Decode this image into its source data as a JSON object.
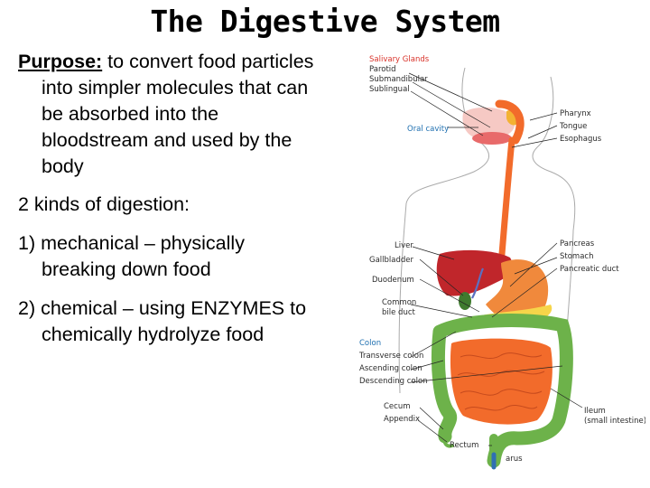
{
  "title": "The Digestive System",
  "purpose": {
    "label": "Purpose:",
    "line1": " to convert food particles",
    "line2": "into simpler molecules that can",
    "line3": "be absorbed into the",
    "line4": "bloodstream and used by the",
    "line5": "body"
  },
  "kinds_text": "2 kinds of digestion:",
  "mechanical": {
    "line1": "1) mechanical – physically",
    "line2": "breaking down food"
  },
  "chemical": {
    "line1": "2) chemical – using ENZYMES to",
    "line2": "chemically hydrolyze food"
  },
  "diagram_labels": {
    "salivary_glands": "Salivary Glands",
    "parotid": "Parotid",
    "submandibular": "Submandibular",
    "sublingual": "Sublingual",
    "oral_cavity": "Oral cavity",
    "pharynx": "Pharynx",
    "tongue": "Tongue",
    "esophagus": "Esophagus",
    "liver": "Liver",
    "gallbladder": "Gallbladder",
    "duodenum": "Duodenum",
    "common": "Common",
    "bile_duct": "bile duct",
    "pancreas": "Pancreas",
    "stomach": "Stomach",
    "pancreatic_duct": "Pancreatic duct",
    "colon": "Colon",
    "transverse_colon": "Transverse colon",
    "ascending_colon": "Ascending colon",
    "descending_colon": "Descending colon",
    "cecum": "Cecum",
    "appendix": "Appendix",
    "ileum": "Ileum",
    "small_intestine": "(small intestine)",
    "rectum": "Rectum",
    "anus": "arus"
  },
  "colors": {
    "esophagus": "#f26b2b",
    "liver": "#c0262b",
    "stomach": "#f0893c",
    "pancreas": "#f6d54a",
    "colon": "#6db24a",
    "small_intestine": "#f26b2b",
    "gallbladder": "#3f7b2e",
    "bile_duct": "#5b6fc0",
    "anus": "#2f6fb3",
    "label_red": "#d9332a",
    "label_blue": "#1e6fb0"
  }
}
